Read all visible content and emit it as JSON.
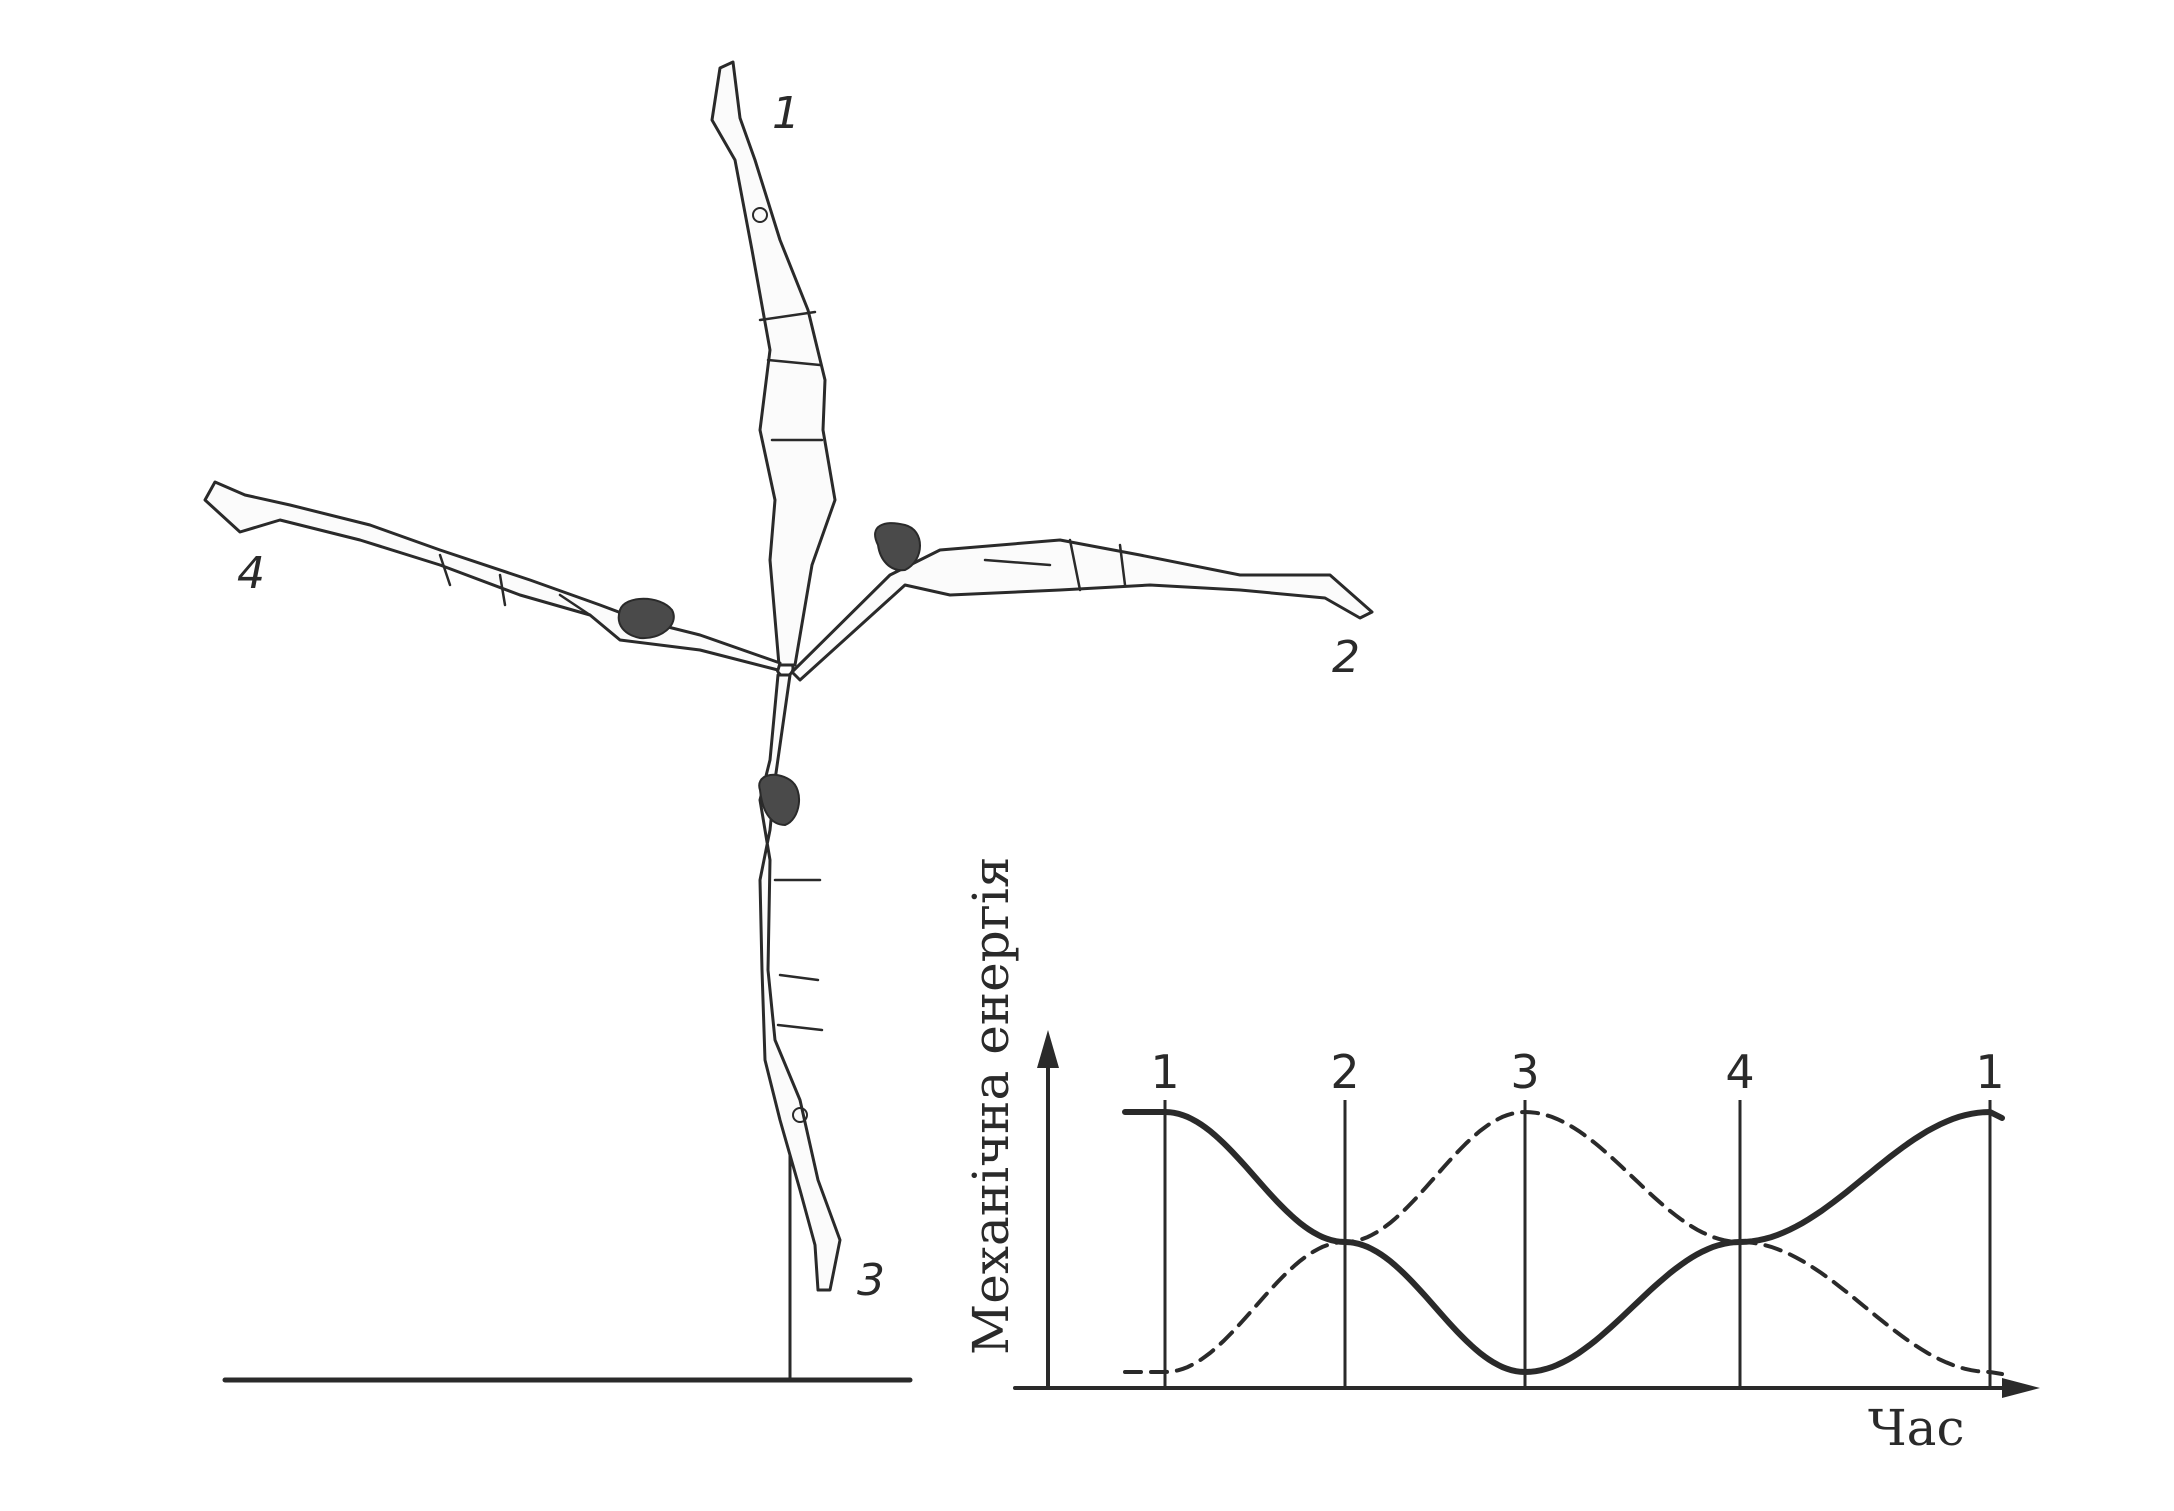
{
  "figure": {
    "position_labels": [
      "1",
      "2",
      "3",
      "4"
    ]
  },
  "chart_data": {
    "type": "line",
    "ylabel": "Механічна енергія",
    "xlabel": "Час",
    "x_markers": [
      "1",
      "2",
      "3",
      "4",
      "1"
    ],
    "series": [
      {
        "style": "solid",
        "values": [
          1.0,
          0.5,
          0.0,
          0.5,
          1.0
        ]
      },
      {
        "style": "dashed",
        "values": [
          0.0,
          0.5,
          1.0,
          0.5,
          0.0
        ]
      }
    ],
    "colors": {
      "ink": "#2a2a2a",
      "background": "#ffffff"
    }
  }
}
